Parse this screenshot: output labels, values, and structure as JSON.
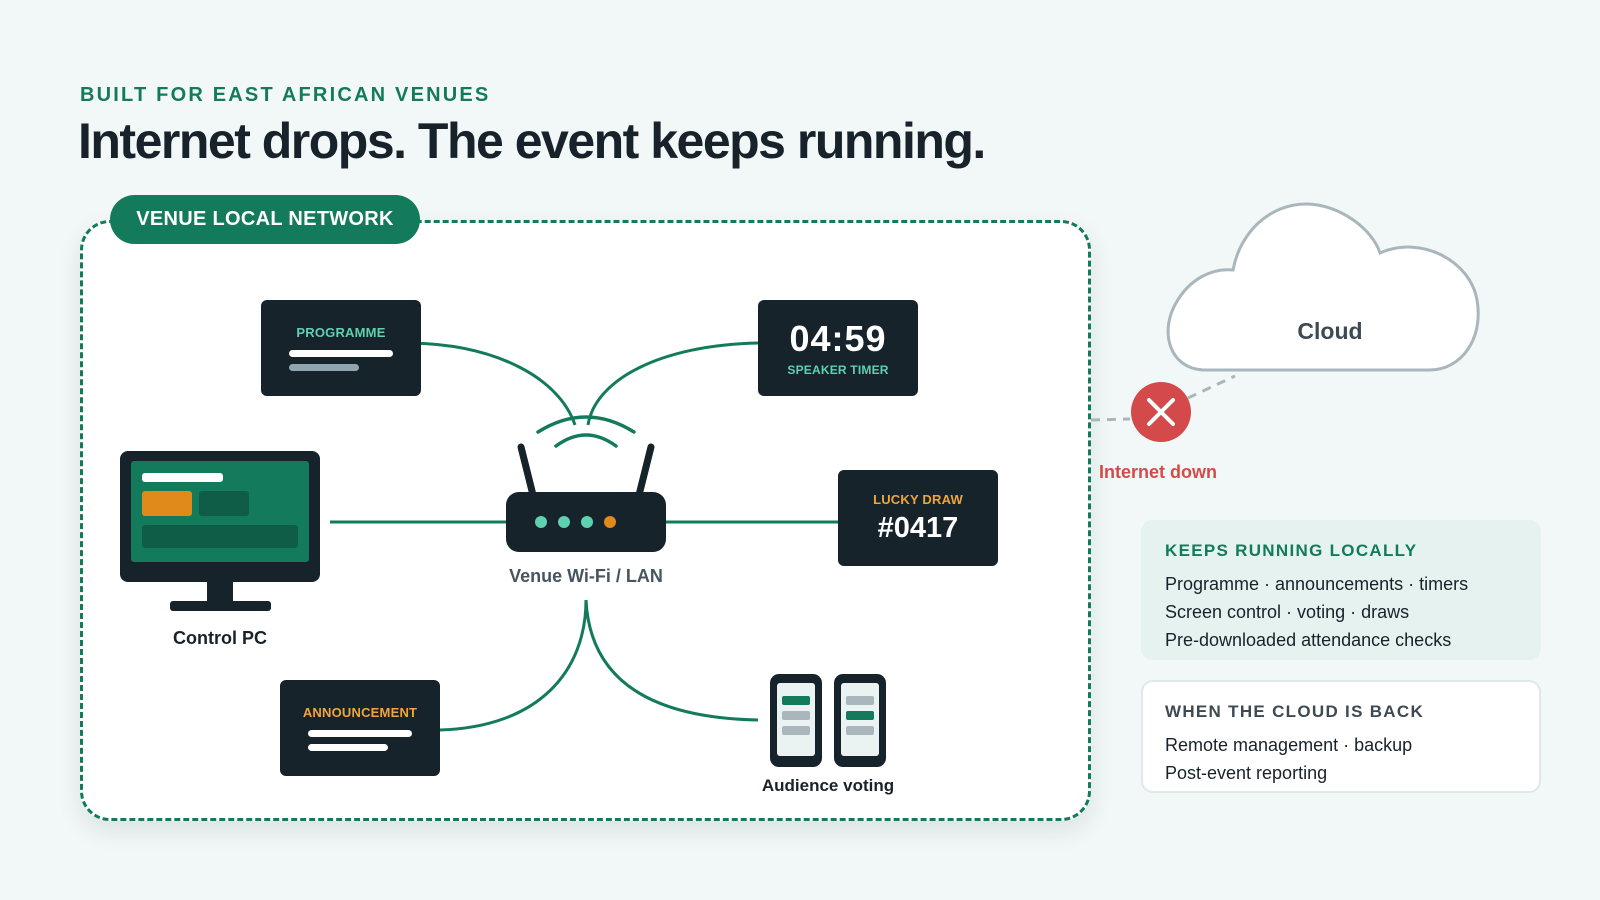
{
  "header": {
    "eyebrow": "BUILT FOR EAST AFRICAN VENUES",
    "headline": "Internet drops. The event keeps running."
  },
  "network": {
    "pill_label": "VENUE LOCAL NETWORK",
    "router_label": "Venue Wi-Fi / LAN",
    "nodes": {
      "programme": {
        "label": "PROGRAMME"
      },
      "speaker_timer": {
        "value": "04:59",
        "label": "SPEAKER TIMER"
      },
      "control_pc": {
        "label": "Control PC"
      },
      "lucky_draw": {
        "label": "LUCKY DRAW",
        "value": "#0417"
      },
      "announcement": {
        "label": "ANNOUNCEMENT"
      },
      "audience_voting": {
        "label": "Audience voting"
      }
    }
  },
  "cloud": {
    "label": "Cloud",
    "status": "Internet down"
  },
  "panels": {
    "local": {
      "title": "KEEPS RUNNING LOCALLY",
      "lines": [
        "Programme · announcements · timers",
        "Screen control · voting · draws",
        "Pre-downloaded attendance checks"
      ]
    },
    "cloud_back": {
      "title": "WHEN THE CLOUD IS BACK",
      "lines": [
        "Remote management · backup",
        "Post-event reporting"
      ]
    }
  },
  "colors": {
    "brand_green": "#147a5c",
    "dark_card": "#17232b",
    "accent_orange": "#e08a1c",
    "error_red": "#d44a4a",
    "background": "#f2f7f7"
  },
  "icons": [
    "router-icon",
    "wifi-icon",
    "monitor-icon",
    "phone-icon",
    "cloud-icon",
    "close-icon"
  ]
}
